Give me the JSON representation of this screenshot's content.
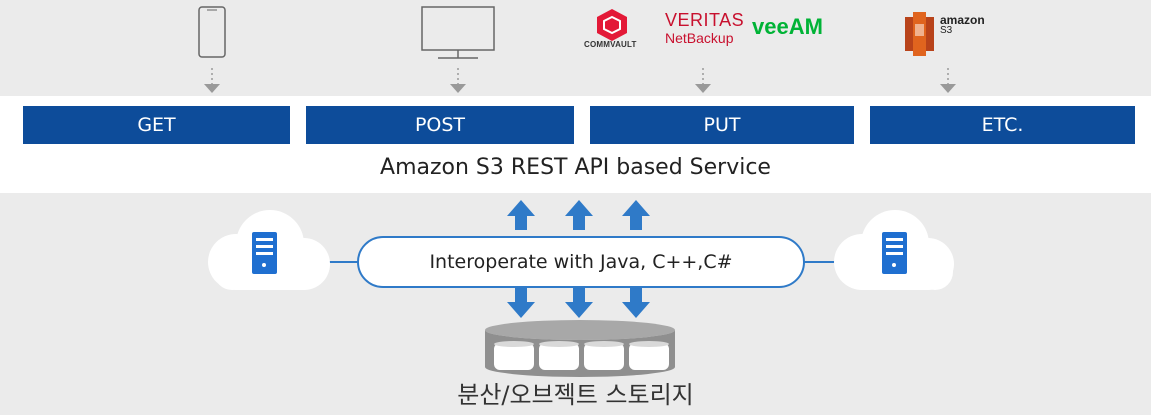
{
  "clients": {
    "logos": {
      "commvault": "COMMVAULT",
      "veritas": "VERITAS",
      "netbackup": "NetBackup",
      "veeam": "veeAM",
      "amazon": "amazon",
      "s3": "S3"
    }
  },
  "methods": [
    "GET",
    "POST",
    "PUT",
    "ETC."
  ],
  "service_title": "Amazon S3 REST API based Service",
  "interop_label": "Interoperate with Java, C++,C#",
  "storage_label": "분산/오브젝트 스토리지",
  "colors": {
    "method_bar": "#0d4c9a",
    "arrow_blue": "#2f7ac8",
    "server_blue": "#1f6fd0",
    "commvault_red": "#e31937",
    "veritas_red": "#c8102e",
    "veeam_green": "#00b336",
    "aws_orange": "#e0641e",
    "storage_gray": "#8f8f8f"
  },
  "icons": [
    "smartphone-icon",
    "monitor-icon",
    "commvault-logo-icon",
    "aws-s3-icon",
    "server-icon",
    "cloud-icon",
    "storage-disk-icon"
  ]
}
